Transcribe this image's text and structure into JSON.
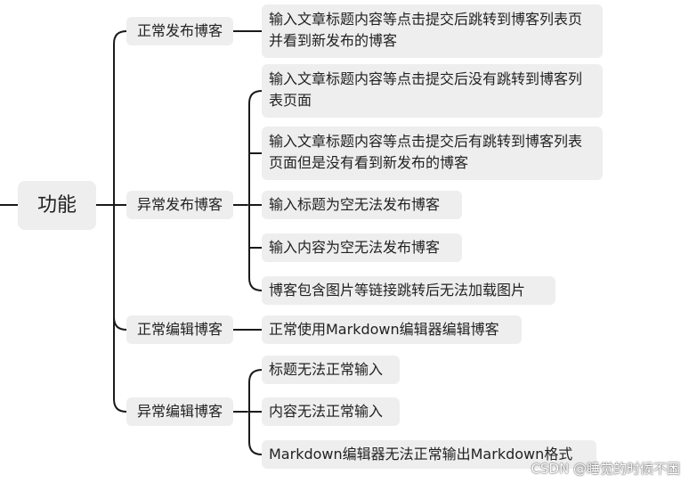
{
  "root": {
    "label": "功能"
  },
  "branches": [
    {
      "label": "正常发布博客",
      "children": [
        "输入文章标题内容等点击提交后跳转到博客列表页并看到新发布的博客"
      ]
    },
    {
      "label": "异常发布博客",
      "children": [
        "输入文章标题内容等点击提交后没有跳转到博客列表页面",
        "输入文章标题内容等点击提交后有跳转到博客列表页面但是没有看到新发布的博客",
        "输入标题为空无法发布博客",
        "输入内容为空无法发布博客",
        "博客包含图片等链接跳转后无法加载图片"
      ]
    },
    {
      "label": "正常编辑博客",
      "children": [
        "正常使用Markdown编辑器编辑博客"
      ]
    },
    {
      "label": "异常编辑博客",
      "children": [
        "标题无法正常输入",
        "内容无法正常输入",
        "Markdown编辑器无法正常输出Markdown格式"
      ]
    }
  ],
  "watermark": "CSDN @睡觉的时候不困"
}
